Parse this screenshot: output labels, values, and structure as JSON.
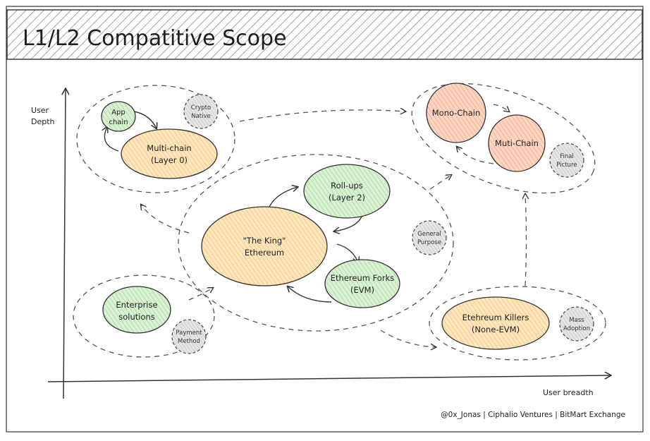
{
  "title": "L1/L2 Compatitive Scope",
  "axes": {
    "y_label_line1": "User",
    "y_label_line2": "Depth",
    "x_label": "User breadth"
  },
  "groups": {
    "top_left": {
      "app_chain_line1": "App",
      "app_chain_line2": "chain",
      "multichain_line1": "Multi-chain",
      "multichain_line2": "(Layer 0)",
      "tag_line1": "Crypto",
      "tag_line2": "Native"
    },
    "top_right": {
      "mono_chain": "Mono-Chain",
      "muti_chain": "Muti-Chain",
      "tag_line1": "Final",
      "tag_line2": "Picture"
    },
    "center": {
      "king_line1": "\"The King\"",
      "king_line2": "Ethereum",
      "rollups_line1": "Roll-ups",
      "rollups_line2": "(Layer 2)",
      "forks_line1": "Ethereum Forks",
      "forks_line2": "(EVM)",
      "tag_line1": "General",
      "tag_line2": "Purpose"
    },
    "bottom_left": {
      "enterprise_line1": "Enterprise",
      "enterprise_line2": "solutions",
      "tag_line1": "Payment",
      "tag_line2": "Method"
    },
    "bottom_right": {
      "killers_line1": "Etehreum Killers",
      "killers_line2": "(None-EVM)",
      "tag_line1": "Mass",
      "tag_line2": "Adoption"
    }
  },
  "credit": "@0x_Jonas | Ciphalio Ventures | BitMart Exchange",
  "colors": {
    "orange_fill": "#fbd9a0",
    "orange_stroke": "#3a3a3a",
    "green_fill": "#c8ebc3",
    "salmon_fill": "#f7c1a4",
    "gray_fill": "#d9d9d9",
    "hatch": "#9a9a9a"
  }
}
